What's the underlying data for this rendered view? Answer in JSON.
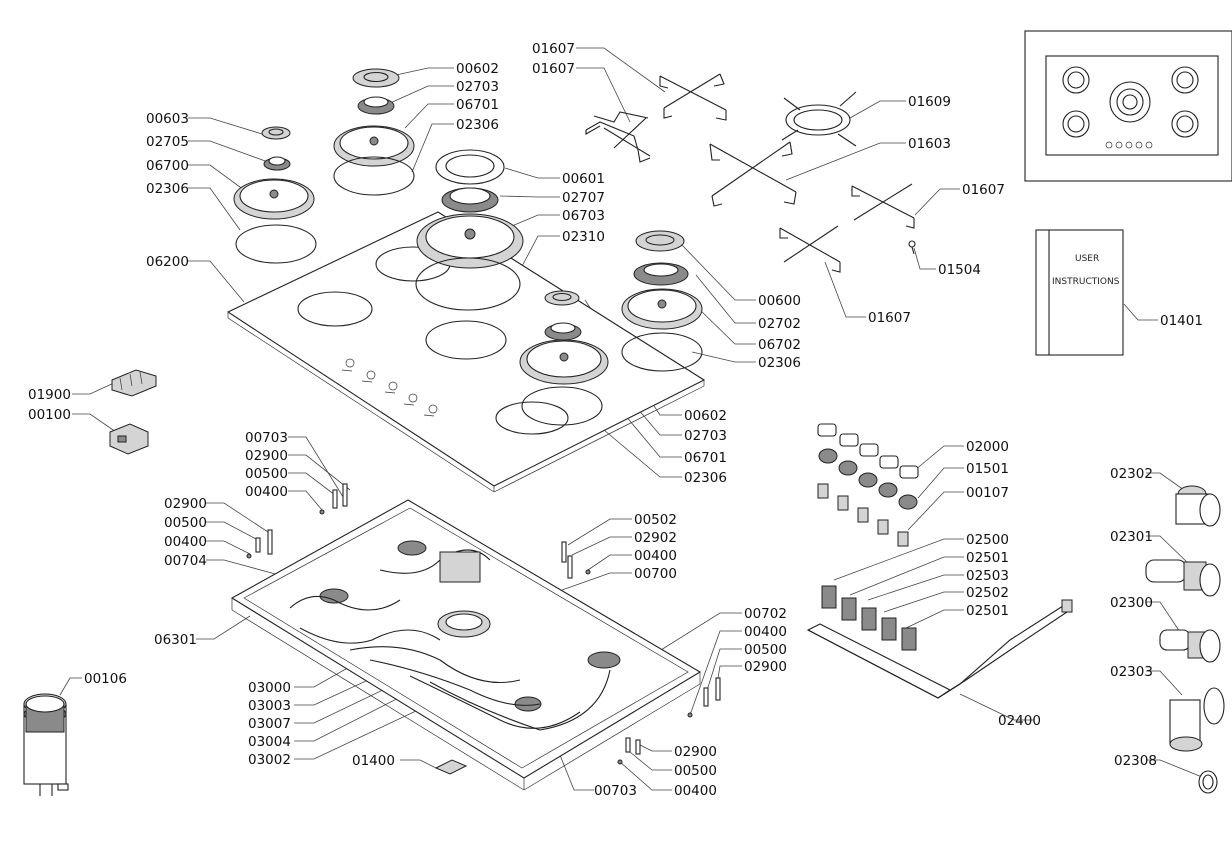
{
  "labels": {
    "l_00602a": "00602",
    "l_02703a": "02703",
    "l_06701a": "06701",
    "l_02306a": "02306",
    "l_00603": "00603",
    "l_02705": "02705",
    "l_06700": "06700",
    "l_02306b": "02306",
    "l_06200": "06200",
    "l_00601": "00601",
    "l_02707": "02707",
    "l_06703": "06703",
    "l_02310": "02310",
    "l_00600": "00600",
    "l_02702": "02702",
    "l_06702": "06702",
    "l_02306c": "02306",
    "l_00602b": "00602",
    "l_02703b": "02703",
    "l_06701b": "06701",
    "l_02306d": "02306",
    "l_01607a": "01607",
    "l_01607b": "01607",
    "l_01609": "01609",
    "l_01603": "01603",
    "l_01607c": "01607",
    "l_01504": "01504",
    "l_01607d": "01607",
    "l_01401": "01401",
    "l_01900": "01900",
    "l_00100": "00100",
    "l_00703a": "00703",
    "l_02900a": "02900",
    "l_00500a": "00500",
    "l_00400a": "00400",
    "l_02900b": "02900",
    "l_00500b": "00500",
    "l_00400b": "00400",
    "l_00704": "00704",
    "l_06301": "06301",
    "l_00502": "00502",
    "l_02902": "02902",
    "l_00400c": "00400",
    "l_00700": "00700",
    "l_00702": "00702",
    "l_00400d": "00400",
    "l_00500c": "00500",
    "l_02900c": "02900",
    "l_00106": "00106",
    "l_03000": "03000",
    "l_03003": "03003",
    "l_03007": "03007",
    "l_03004": "03004",
    "l_03002": "03002",
    "l_01400": "01400",
    "l_02900d": "02900",
    "l_00500d": "00500",
    "l_00703b": "00703",
    "l_00400e": "00400",
    "l_02000": "02000",
    "l_01501": "01501",
    "l_00107": "00107",
    "l_02500": "02500",
    "l_02501a": "02501",
    "l_02503": "02503",
    "l_02502": "02502",
    "l_02501b": "02501",
    "l_02400": "02400",
    "l_02302": "02302",
    "l_02301": "02301",
    "l_02300": "02300",
    "l_02303": "02303",
    "l_02308": "02308"
  },
  "manual": {
    "line1": "USER",
    "line2": "INSTRUCTIONS"
  }
}
